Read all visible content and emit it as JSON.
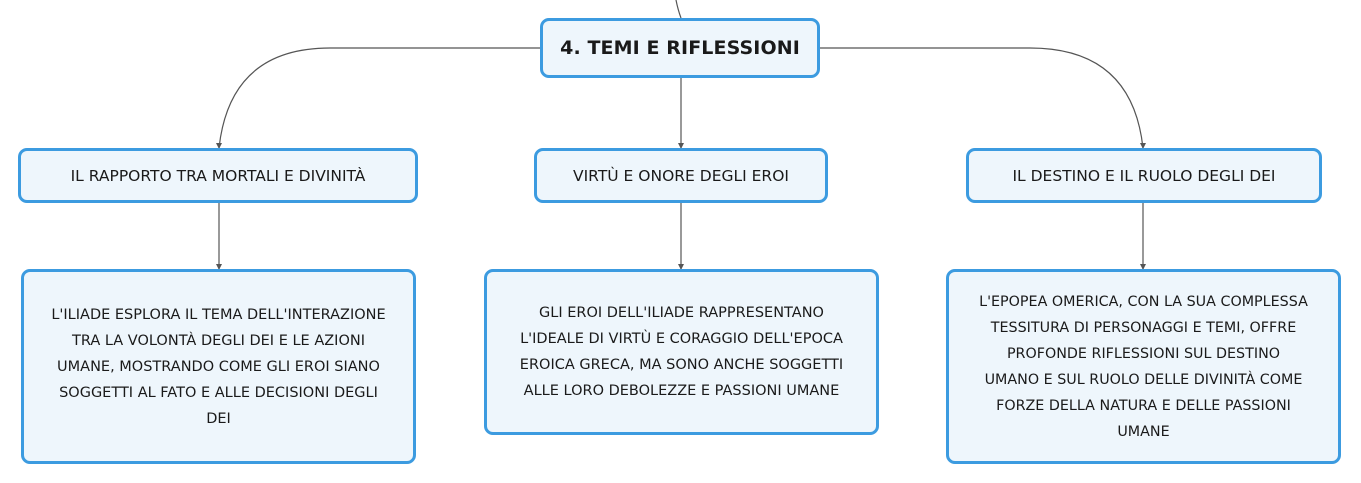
{
  "colors": {
    "node_border": "#3c9be0",
    "node_fill": "#eef6fc",
    "connector": "#555555",
    "text": "#1a1a1a"
  },
  "root": {
    "label": "4. TEMI E RIFLESSIONI"
  },
  "topics": [
    {
      "label": "IL RAPPORTO TRA MORTALI E DIVINITÀ",
      "detail_lines": [
        "L'ILIADE ESPLORA IL TEMA DELL'INTERAZIONE",
        "TRA LA VOLONTÀ DEGLI DEI E LE AZIONI",
        "UMANE, MOSTRANDO COME GLI EROI SIANO",
        "SOGGETTI AL FATO E ALLE DECISIONI DEGLI",
        "DEI"
      ]
    },
    {
      "label": "VIRTÙ E ONORE DEGLI EROI",
      "detail_lines": [
        "GLI EROI DELL'ILIADE RAPPRESENTANO",
        "L'IDEALE DI VIRTÙ E CORAGGIO DELL'EPOCA",
        "EROICA GRECA, MA SONO ANCHE SOGGETTI",
        "ALLE LORO DEBOLEZZE E PASSIONI UMANE"
      ]
    },
    {
      "label": "IL DESTINO E IL RUOLO DEGLI DEI",
      "detail_lines": [
        "L'EPOPEA OMERICA, CON LA SUA COMPLESSA",
        "TESSITURA DI PERSONAGGI E TEMI, OFFRE",
        "PROFONDE RIFLESSIONI SUL DESTINO",
        "UMANO E SUL RUOLO DELLE DIVINITÀ COME",
        "FORZE DELLA NATURA E DELLE PASSIONI",
        "UMANE"
      ]
    }
  ]
}
